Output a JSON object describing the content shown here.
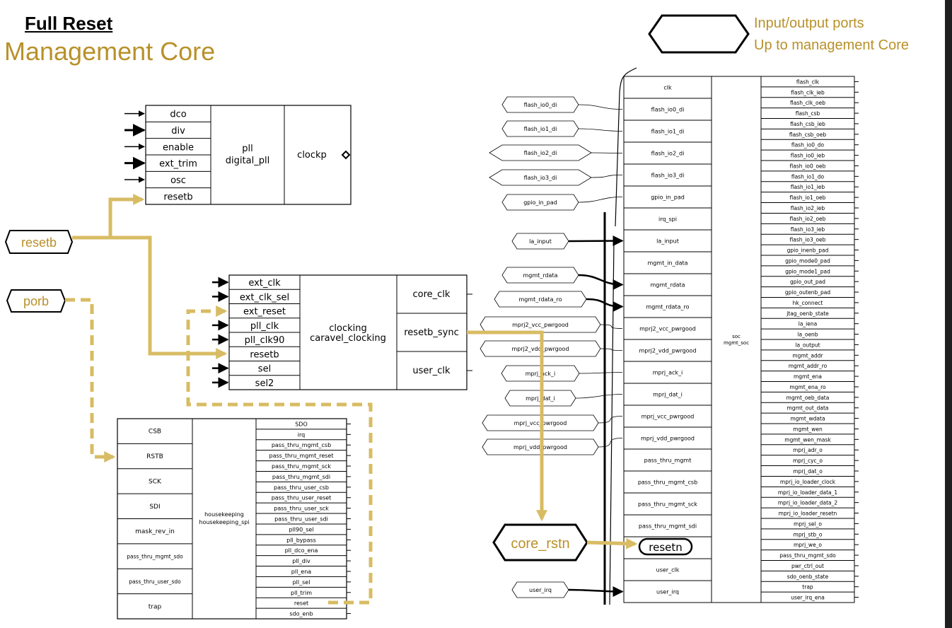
{
  "header": {
    "title": "Full Reset",
    "subtitle": "Management Core"
  },
  "legend": {
    "line1": "Input/output ports",
    "line2": "Up to management Core"
  },
  "colors": {
    "gold": "#d8bc64",
    "gold_text": "#b8912a",
    "ink": "#000000"
  },
  "ports": {
    "resetb": "resetb",
    "porb": "porb",
    "core_rstn": "core_rstn"
  },
  "pll": {
    "inputs": [
      "dco",
      "div",
      "enable",
      "ext_trim",
      "osc",
      "resetb"
    ],
    "name": "pll",
    "module": "digital_pll",
    "outputs": [
      "clockp"
    ]
  },
  "clocking": {
    "inputs": [
      "ext_clk",
      "ext_clk_sel",
      "ext_reset",
      "pll_clk",
      "pll_clk90",
      "resetb",
      "sel",
      "sel2"
    ],
    "name": "clocking",
    "module": "caravel_clocking",
    "outputs": [
      "core_clk",
      "resetb_sync",
      "user_clk"
    ]
  },
  "housekeeping": {
    "inputs": [
      "CSB",
      "RSTB",
      "SCK",
      "SDI",
      "mask_rev_in",
      "pass_thru_mgmt_sdo",
      "pass_thru_user_sdo",
      "trap"
    ],
    "name": "housekeeping",
    "module": "housekeeping_spi",
    "outputs": [
      "SDO",
      "irq",
      "pass_thru_mgmt_csb",
      "pass_thru_mgmt_reset",
      "pass_thru_mgmt_sck",
      "pass_thru_mgmt_sdi",
      "pass_thru_user_csb",
      "pass_thru_user_reset",
      "pass_thru_user_sck",
      "pass_thru_user_sdi",
      "pll90_sel",
      "pll_bypass",
      "pll_dco_ena",
      "pll_div",
      "pll_ena",
      "pll_sel",
      "pll_trim",
      "reset",
      "sdo_enb"
    ]
  },
  "soc": {
    "name": "soc",
    "module": "mgmt_soc",
    "inputs": [
      "clk",
      "flash_io0_di",
      "flash_io1_di",
      "flash_io2_di",
      "flash_io3_di",
      "gpio_in_pad",
      "irq_spi",
      "la_input",
      "mgmt_in_data",
      "mgmt_rdata",
      "mgmt_rdata_ro",
      "mprj2_vcc_pwrgood",
      "mprj2_vdd_pwrgood",
      "mprj_ack_i",
      "mprj_dat_i",
      "mprj_vcc_pwrgood",
      "mprj_vdd_pwrgood",
      "pass_thru_mgmt",
      "pass_thru_mgmt_csb",
      "pass_thru_mgmt_sck",
      "pass_thru_mgmt_sdi",
      "resetn",
      "user_clk",
      "user_irq"
    ],
    "outputs": [
      "flash_clk",
      "flash_clk_ieb",
      "flash_clk_oeb",
      "flash_csb",
      "flash_csb_ieb",
      "flash_csb_oeb",
      "flash_io0_do",
      "flash_io0_ieb",
      "flash_io0_oeb",
      "flash_io1_do",
      "flash_io1_ieb",
      "flash_io1_oeb",
      "flash_io2_ieb",
      "flash_io2_oeb",
      "flash_io3_ieb",
      "flash_io3_oeb",
      "gpio_inenb_pad",
      "gpio_mode0_pad",
      "gpio_mode1_pad",
      "gpio_out_pad",
      "gpio_outenb_pad",
      "hk_connect",
      "jtag_oenb_state",
      "la_iena",
      "la_oenb",
      "la_output",
      "mgmt_addr",
      "mgmt_addr_ro",
      "mgmt_ena",
      "mgmt_ena_ro",
      "mgmt_oeb_data",
      "mgmt_out_data",
      "mgmt_wdata",
      "mgmt_wen",
      "mgmt_wen_mask",
      "mprj_adr_o",
      "mprj_cyc_o",
      "mprj_dat_o",
      "mprj_io_loader_clock",
      "mprj_io_loader_data_1",
      "mprj_io_loader_data_2",
      "mprj_io_loader_resetn",
      "mprj_sel_o",
      "mprj_stb_o",
      "mprj_we_o",
      "pass_thru_mgmt_sdo",
      "pwr_ctrl_out",
      "sdo_oenb_state",
      "trap",
      "user_irq_ena"
    ],
    "ext_ports": [
      "flash_io0_di",
      "flash_io1_di",
      "flash_io2_di",
      "flash_io3_di",
      "gpio_in_pad",
      "la_input",
      "mgmt_rdata",
      "mgmt_rdata_ro",
      "mprj2_vcc_pwrgood",
      "mprj2_vdd_pwrgood",
      "mprj_ack_i",
      "mprj_dat_i",
      "mprj_vcc_pwrgood",
      "mprj_vdd_pwrgood",
      "user_irq"
    ]
  }
}
